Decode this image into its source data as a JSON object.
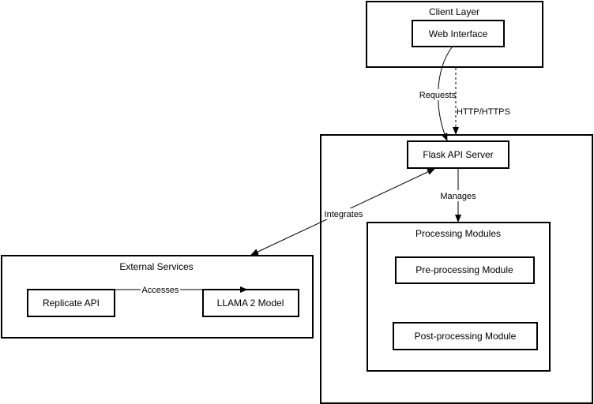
{
  "groups": {
    "client_layer": "Client Layer",
    "processing_modules": "Processing Modules",
    "external_services": "External Services"
  },
  "nodes": {
    "web_interface": "Web Interface",
    "flask_api_server": "Flask API Server",
    "pre_processing_module": "Pre-processing Module",
    "post_processing_module": "Post-processing Module",
    "replicate_api": "Replicate API",
    "llama_2_model": "LLAMA 2 Model"
  },
  "edges": {
    "requests": "Requests",
    "http_https": "HTTP/HTTPS",
    "manages": "Manages",
    "integrates": "Integrates",
    "accesses": "Accesses"
  },
  "colors": {
    "stroke": "#000000",
    "background": "#ffffff"
  }
}
